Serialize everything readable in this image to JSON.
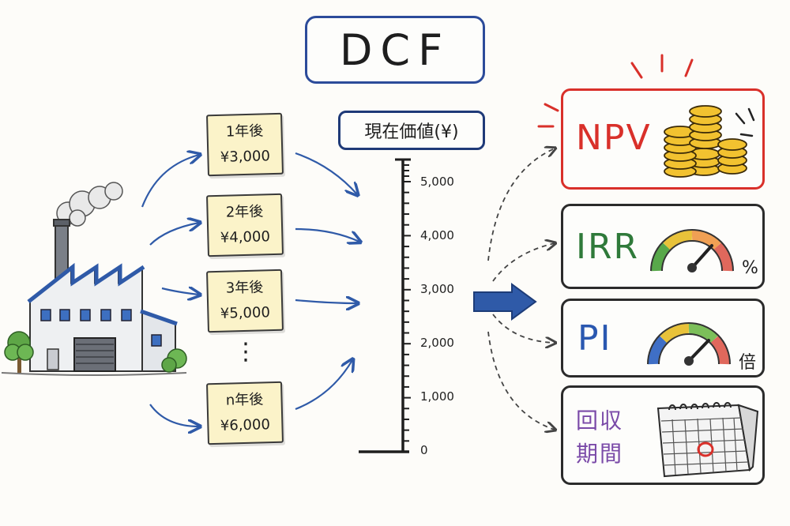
{
  "title": "DCF",
  "present_value_label": "現在価値(¥)",
  "cashflows": [
    {
      "period": "1年後",
      "amount": "¥3,000"
    },
    {
      "period": "2年後",
      "amount": "¥4,000"
    },
    {
      "period": "3年後",
      "amount": "¥5,000"
    },
    {
      "period": "n年後",
      "amount": "¥6,000"
    }
  ],
  "ellipsis": "⋮",
  "axis": {
    "ticks": [
      "5,000",
      "4,000",
      "3,000",
      "2,000",
      "1,000",
      "0"
    ]
  },
  "metrics": {
    "npv": {
      "label": "NPV",
      "color": "#d9302a"
    },
    "irr": {
      "label": "IRR",
      "unit": "%",
      "color": "#2f7a3a"
    },
    "pi": {
      "label": "PI",
      "unit": "倍",
      "color": "#2a58b0"
    },
    "payback": {
      "label_line1": "回収",
      "label_line2": "期間",
      "color": "#7a4aa8"
    }
  },
  "colors": {
    "arrow_blue": "#2f5aa8",
    "npv_border": "#d9302a",
    "title_border": "#2c4b9a",
    "note_fill": "#fbf3c9"
  }
}
